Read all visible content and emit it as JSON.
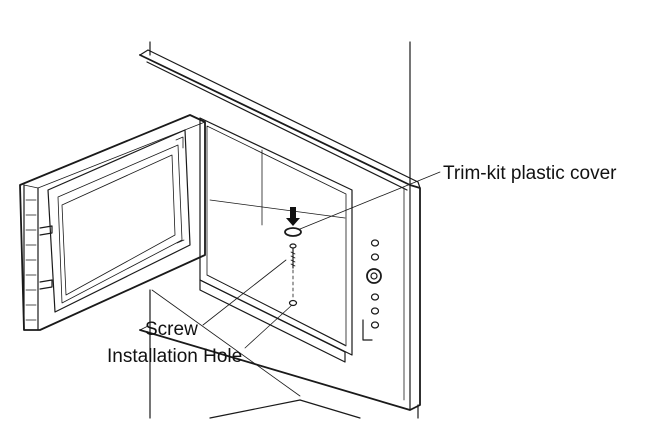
{
  "labels": {
    "trim_kit_cover": "Trim-kit plastic cover",
    "screw": "Screw",
    "installation_hole": "Installation Hole"
  },
  "colors": {
    "line": "#1a1a1a",
    "background": "#ffffff"
  }
}
